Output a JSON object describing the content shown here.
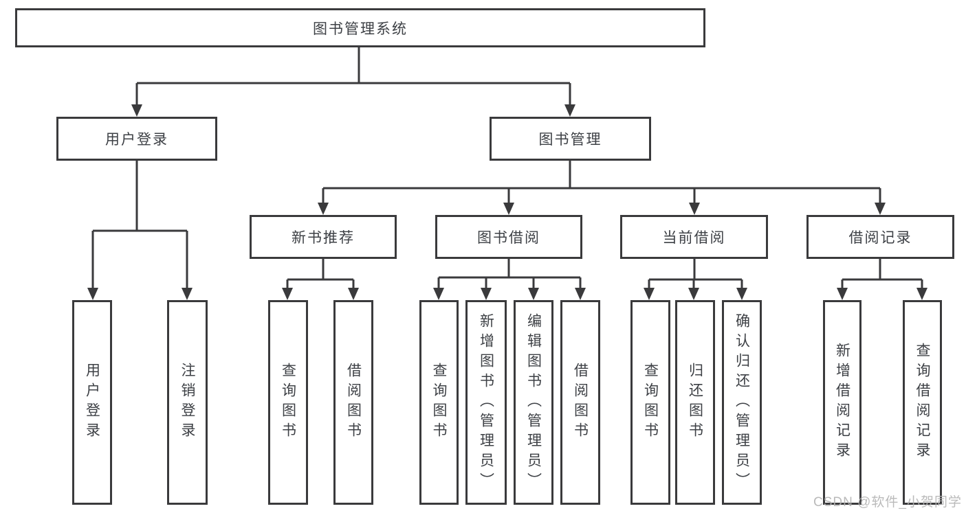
{
  "tree": {
    "label": "图书管理系统",
    "children": [
      {
        "label": "用户登录",
        "children": [
          {
            "label": "用户登录"
          },
          {
            "label": "注销登录"
          }
        ]
      },
      {
        "label": "图书管理",
        "children": [
          {
            "label": "新书推荐",
            "children": [
              {
                "label": "查询图书"
              },
              {
                "label": "借阅图书"
              }
            ]
          },
          {
            "label": "图书借阅",
            "children": [
              {
                "label": "查询图书"
              },
              {
                "label": "新增图书（管理员）"
              },
              {
                "label": "编辑图书（管理员）"
              },
              {
                "label": "借阅图书"
              }
            ]
          },
          {
            "label": "当前借阅",
            "children": [
              {
                "label": "查询图书"
              },
              {
                "label": "归还图书"
              },
              {
                "label": "确认归还（管理员）"
              }
            ]
          },
          {
            "label": "借阅记录",
            "children": [
              {
                "label": "新增借阅记录"
              },
              {
                "label": "查询借阅记录"
              }
            ]
          }
        ]
      }
    ]
  },
  "watermark": "CSDN @软件_小贺同学",
  "colors": {
    "line": "#3a3a3c",
    "text": "#3d4045",
    "watermark": "#b3b3b3",
    "background": "#ffffff"
  }
}
